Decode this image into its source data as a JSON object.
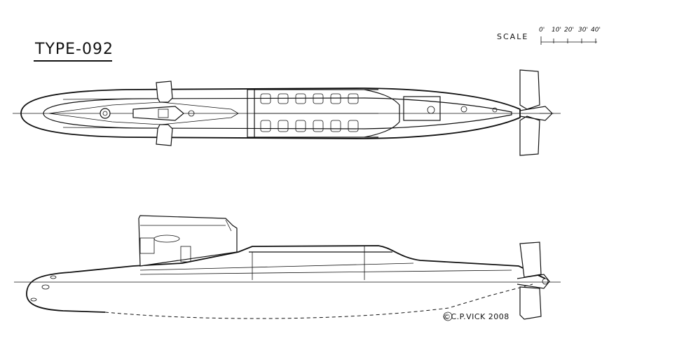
{
  "title": "TYPE-092",
  "scale": {
    "label": "SCALE",
    "ticks": [
      "0'",
      "10'",
      "20'",
      "30'",
      "40'"
    ]
  },
  "credit": "©C.P.VICK 2008",
  "views": [
    "top-view",
    "side-view"
  ]
}
